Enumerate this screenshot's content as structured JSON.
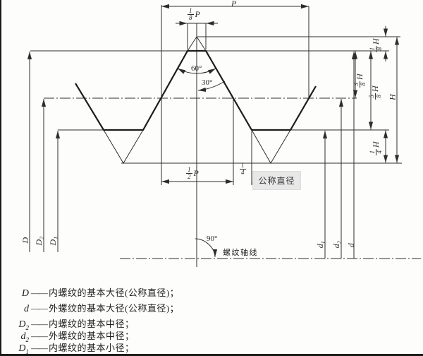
{
  "colors": {
    "ink": "#2d2d2d",
    "ink_heavy": "#1d1d1d",
    "nominal_box_bg": "#e8e8e8",
    "paper": "#fdfdfc"
  },
  "drawing": {
    "pitch_label": "P",
    "height_label": "H",
    "frac_p8": {
      "num": "1",
      "den": "8",
      "sym": "P"
    },
    "frac_p2": {
      "num": "1",
      "den": "2",
      "sym": "P"
    },
    "frac_p4": {
      "num": "1",
      "den": "4"
    },
    "frac_h8": {
      "num": "1",
      "den": "8",
      "sym": "H"
    },
    "frac_h38": {
      "num": "3",
      "den": "8",
      "sym": "H"
    },
    "frac_h58": {
      "num": "5",
      "den": "8",
      "sym": "H"
    },
    "frac_h4": {
      "num": "1",
      "den": "4",
      "sym": "H"
    },
    "angle_flank": "60°",
    "angle_half": "30°",
    "angle_axis": "90°",
    "axis_label": "螺纹轴线",
    "nominal_label": "公称直径",
    "dia_labels": [
      {
        "sym": "D",
        "sub": ""
      },
      {
        "sym": "D",
        "sub": "2"
      },
      {
        "sym": "D",
        "sub": "1"
      },
      {
        "sym": "d",
        "sub": "1"
      },
      {
        "sym": "d",
        "sub": "2"
      },
      {
        "sym": "d",
        "sub": ""
      }
    ]
  },
  "legend": {
    "dash": "——",
    "items": [
      {
        "sym": "D",
        "sub": "",
        "desc": "内螺纹的基本大径(公称直径)；"
      },
      {
        "sym": "d",
        "sub": "",
        "desc": "外螺纹的基本大径(公称直径)；"
      },
      {
        "sym": "D",
        "sub": "2",
        "desc": "内螺纹的基本中径；"
      },
      {
        "sym": "d",
        "sub": "2",
        "desc": "外螺纹的基本中径；"
      },
      {
        "sym": "D",
        "sub": "1",
        "desc": "内螺纹的基本小径；"
      }
    ]
  }
}
